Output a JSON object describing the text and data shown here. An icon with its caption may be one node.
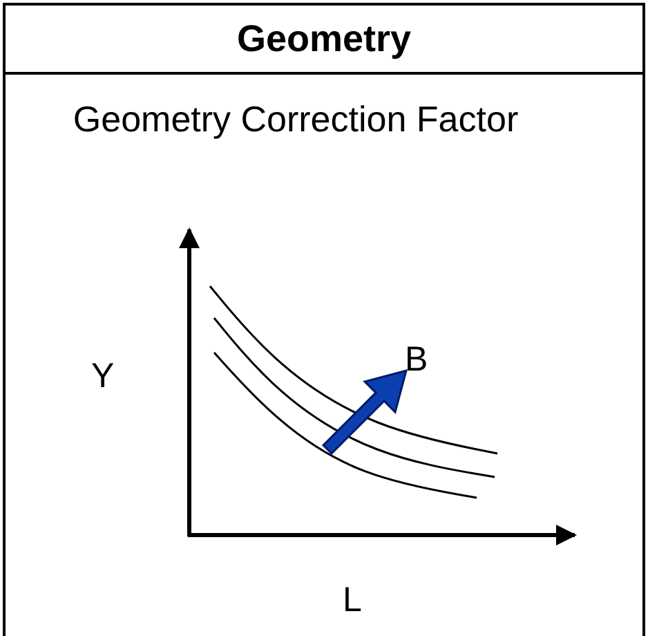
{
  "diagram": {
    "nodes": [
      {
        "text": [
          "Geometry",
          "Geometry Correction Factor"
        ]
      }
    ],
    "labels": [
      "Y",
      "B",
      "L"
    ]
  }
}
